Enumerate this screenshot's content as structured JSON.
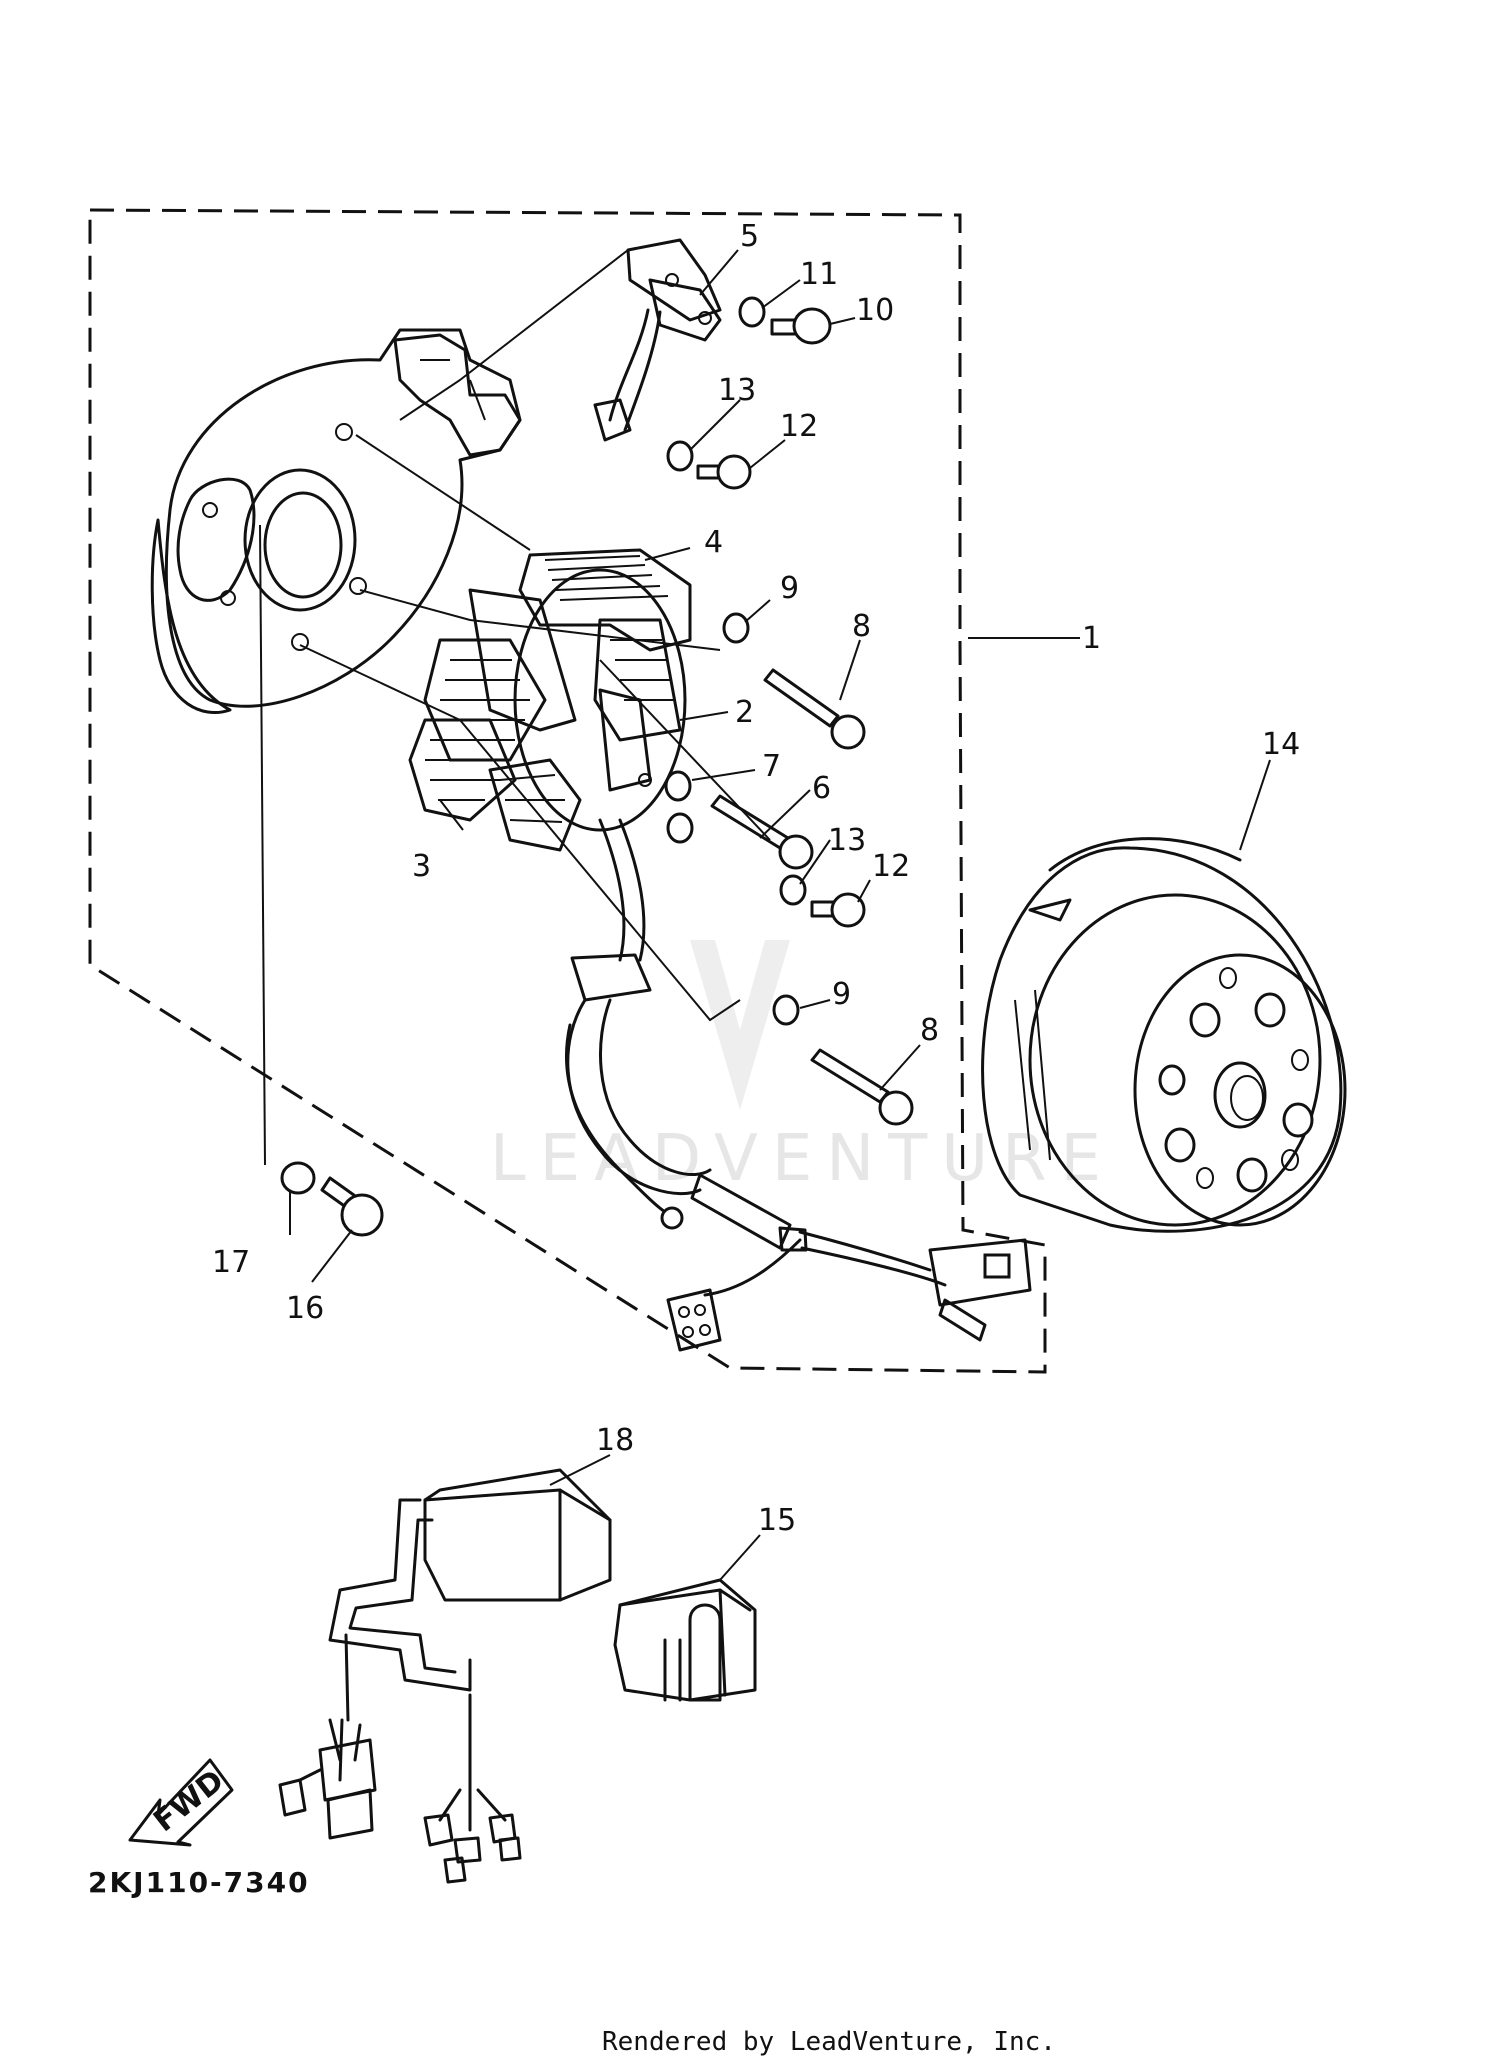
{
  "diagram": {
    "part_code": "2KJ110-7340",
    "credit": "Rendered by LeadVenture, Inc.",
    "watermark": "LEADVENTURE",
    "direction_badge": "FWD",
    "callouts": [
      "1",
      "2",
      "3",
      "4",
      "5",
      "6",
      "7",
      "8",
      "8",
      "9",
      "9",
      "10",
      "11",
      "12",
      "12",
      "13",
      "13",
      "14",
      "15",
      "16",
      "17",
      "18"
    ]
  }
}
